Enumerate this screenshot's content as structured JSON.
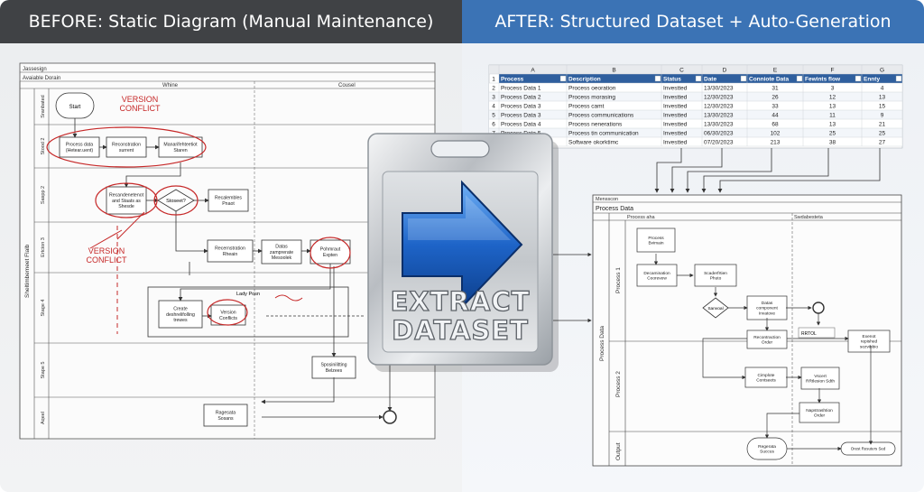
{
  "headers": {
    "before": "BEFORE: Static Diagram (Manual Maintenance)",
    "after": "AFTER: Structured Dataset + Auto-Generation"
  },
  "badge": {
    "line1": "EXTRACT",
    "line2": "DATASET"
  },
  "before": {
    "title": "Jassesign",
    "subtitle": "Avaiable Dorain",
    "col_a": "Whine",
    "col_b": "Cousel",
    "pool_label": "Sheltimbemeet Flalb",
    "lanes": [
      "Sranbated",
      "Stood 2",
      "Saspp 2",
      "Ertcion 3",
      "Stage 4",
      "Stape 5",
      "Aqeel"
    ],
    "nodes": {
      "start": "Start",
      "process_data": "Process data\n(Hetear.uent)",
      "reconstruction": "Reconstration\nsurrent",
      "manual_stop": "Manarifehteetiot\nStaren",
      "decision_box": "Recandenetenot\nand Staats as\nShesde",
      "diamond": "Stoseet?",
      "recalc": "Recalembles\nPnaot",
      "recon_result": "Recernstration\nRheain",
      "data_gen": "Datas\nzamprerate\nMesoolek",
      "export": "Pohmraut\nExpten",
      "lady": "Lady Posn",
      "create": "Create\ndeshrelifolling\ntrewes",
      "version": "Version\nConflicts",
      "special": "Sposinilitting\nBelzees",
      "report": "Ragesata\nSosans"
    },
    "annotations": [
      "VERSION\nCONFLICT",
      "VERSION\nCONFLICT"
    ]
  },
  "table": {
    "col_letters": [
      "A",
      "B",
      "C",
      "D",
      "E",
      "F",
      "G"
    ],
    "headers": [
      "Process",
      "Description",
      "Status",
      "Date",
      "Conniote Data",
      "Fewints flow",
      "Ennty"
    ],
    "rows": [
      [
        "Process Data 1",
        "Process oeoration",
        "Investted",
        "13/30/2023",
        "31",
        "3",
        "4"
      ],
      [
        "Process Data 2",
        "Process morasing",
        "Investted",
        "12/30/2023",
        "26",
        "12",
        "13"
      ],
      [
        "Process Data 3",
        "Process camt",
        "Investted",
        "12/30/2023",
        "33",
        "13",
        "15"
      ],
      [
        "Process Data 3",
        "Process communications",
        "Investted",
        "13/30/2023",
        "44",
        "11",
        "9"
      ],
      [
        "Process Data 4",
        "Process nenerations",
        "Investted",
        "13/30/2023",
        "68",
        "13",
        "21"
      ],
      [
        "Process Data 5",
        "Process tin communication",
        "Investted",
        "06/30/2023",
        "102",
        "25",
        "25"
      ],
      [
        "",
        "Software okorktimc",
        "Investted",
        "07/20/2023",
        "213",
        "38",
        "27"
      ]
    ]
  },
  "after": {
    "title": "Mensscon",
    "subtitle": "Process Data",
    "pool_label": "Process Data",
    "col_a": "Process aha",
    "col_b": "Swdabesteta",
    "lanes": [
      "Process 1",
      "Process 2",
      "Output"
    ],
    "nodes": {
      "start": "Process\nBvimain",
      "decom": "Decamination\nCoorevew",
      "scaled": "Scaderfrtien\nPhuto",
      "diamond": "Sanvoal",
      "data": "Datas\ncomponent\nInvatove",
      "recon": "Recontraction\nOrder",
      "ratol": "RRTOL",
      "exenot": "Exenot\nrepished\nsozvibbio",
      "complete": "Cimplote\nContseets",
      "vscert": "Vscert\nRRtlesion Sdth",
      "napst": "Napstrashtion\nOrder",
      "regerata": "Regerata\nSuccus",
      "orest": "Orest Resuters Sed"
    }
  },
  "colors": {
    "header_before": "#404245",
    "header_after": "#3b73b5",
    "table_header": "#2f5f9e",
    "accent_red": "#c62828",
    "arrow_blue": "#1e64c8"
  }
}
